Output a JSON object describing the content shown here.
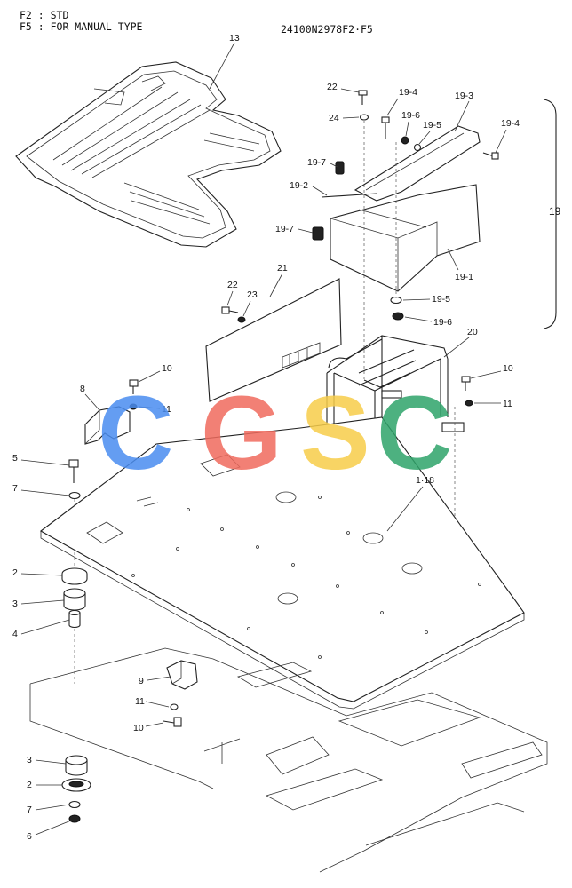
{
  "header": {
    "line1": "F2 : STD",
    "line2": "F5 : FOR  MANUAL  TYPE",
    "drawing_no": "24100N2978F2·F5"
  },
  "watermark": {
    "letters": [
      "C",
      "G",
      "S",
      "C"
    ],
    "colors": [
      "#4a8df0",
      "#f06b5e",
      "#f7cd4a",
      "#2fa46a"
    ]
  },
  "labels": {
    "p13": "13",
    "p22a": "22",
    "p24": "24",
    "p19_4a": "19-4",
    "p19_3": "19-3",
    "p19_6a": "19-6",
    "p19_5a": "19-5",
    "p19_4b": "19-4",
    "p19_7a": "19-7",
    "p19_2": "19-2",
    "p19_7b": "19-7",
    "p19_1": "19-1",
    "p19": "19",
    "p19_5b": "19-5",
    "p19_6b": "19-6",
    "p20": "20",
    "p21": "21",
    "p22b": "22",
    "p23": "23",
    "p10a": "10",
    "p8": "8",
    "p11a": "11",
    "p10b": "10",
    "p11b": "11",
    "p5": "5",
    "p7a": "7",
    "p1_18": "1·18",
    "p2a": "2",
    "p3a": "3",
    "p4": "4",
    "p9": "9",
    "p11c": "11",
    "p10c": "10",
    "p3b": "3",
    "p2b": "2",
    "p7b": "7",
    "p6": "6"
  }
}
